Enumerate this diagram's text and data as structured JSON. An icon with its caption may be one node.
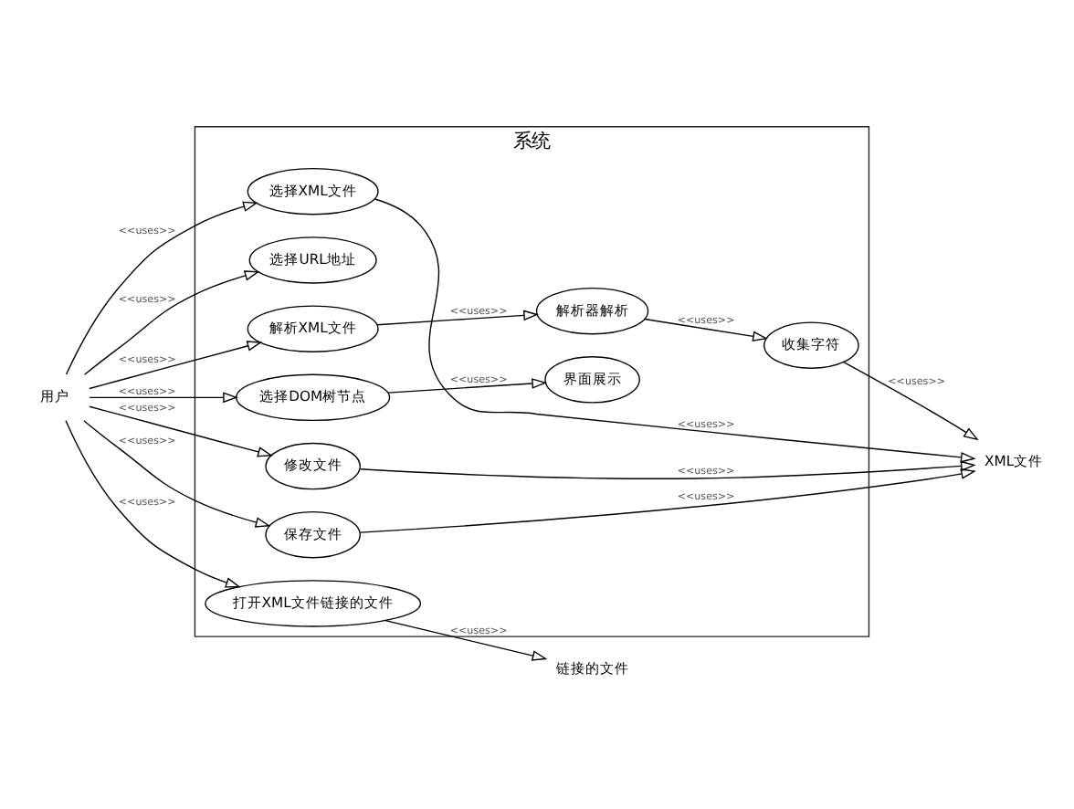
{
  "diagram": {
    "nodes": [
      {
        "text": [
          "用户"
        ]
      },
      {
        "text": [
          "系统"
        ]
      },
      {
        "text": [
          "选择XML文件"
        ],
        "in": 1
      },
      {
        "text": [
          "选择URL地址"
        ],
        "in": 1
      },
      {
        "text": [
          "解析XML文件"
        ],
        "in": 1
      },
      {
        "text": [
          "解析器解析"
        ],
        "in": 1
      },
      {
        "text": [
          "收集字符"
        ],
        "in": 1
      },
      {
        "text": [
          "修改文件"
        ],
        "in": 1
      },
      {
        "text": [
          "保存文件"
        ],
        "in": 1
      },
      {
        "text": [
          "选择DOM树节点"
        ],
        "in": 1
      },
      {
        "text": [
          "界面展示"
        ],
        "in": 1
      },
      {
        "text": [
          "打开XML文件链接的文件"
        ],
        "in": 1
      },
      {
        "text": [
          "XML文件"
        ]
      },
      {
        "text": [
          "链接的文件"
        ]
      }
    ],
    "edges": [
      {
        "from": 0,
        "to": 2,
        "arrow": "to",
        "label": "<<uses>>"
      },
      {
        "from": 0,
        "to": 3,
        "arrow": "to",
        "label": "<<uses>>"
      },
      {
        "from": 0,
        "to": 4,
        "arrow": "to",
        "label": "<<uses>>"
      },
      {
        "from": 0,
        "to": 7,
        "arrow": "to",
        "label": "<<uses>>"
      },
      {
        "from": 0,
        "to": 8,
        "arrow": "to",
        "label": "<<uses>>"
      },
      {
        "from": 0,
        "to": 9,
        "arrow": "to",
        "label": "<<uses>>"
      },
      {
        "from": 0,
        "to": 11,
        "arrow": "to",
        "label": "<<uses>>"
      },
      {
        "from": 2,
        "to": 12,
        "arrow": "to",
        "label": "<<uses>>"
      },
      {
        "from": 4,
        "to": 5,
        "arrow": "to",
        "label": "<<uses>>"
      },
      {
        "from": 5,
        "to": 6,
        "arrow": "to",
        "label": "<<uses>>"
      },
      {
        "from": 6,
        "to": 12,
        "arrow": "to",
        "label": "<<uses>>"
      },
      {
        "from": 7,
        "to": 12,
        "arrow": "to",
        "label": "<<uses>>"
      },
      {
        "from": 8,
        "to": 12,
        "arrow": "to",
        "label": "<<uses>>"
      },
      {
        "from": 9,
        "to": 10,
        "arrow": "to",
        "label": "<<uses>>"
      },
      {
        "from": 11,
        "to": 13,
        "arrow": "to",
        "label": "<<uses>>"
      }
    ]
  }
}
